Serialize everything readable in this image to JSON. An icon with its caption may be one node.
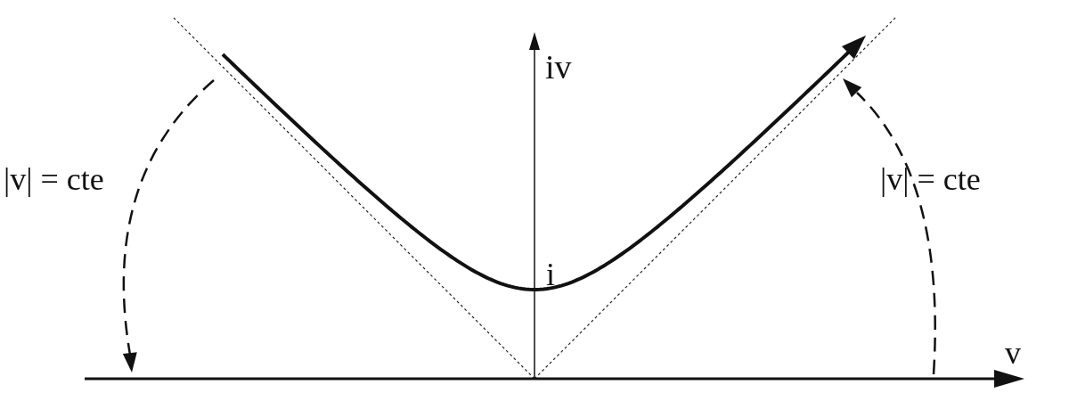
{
  "diagram": {
    "labels": [
      "iv",
      "i",
      "|v| = cte",
      "|v| = cte",
      "v"
    ]
  }
}
